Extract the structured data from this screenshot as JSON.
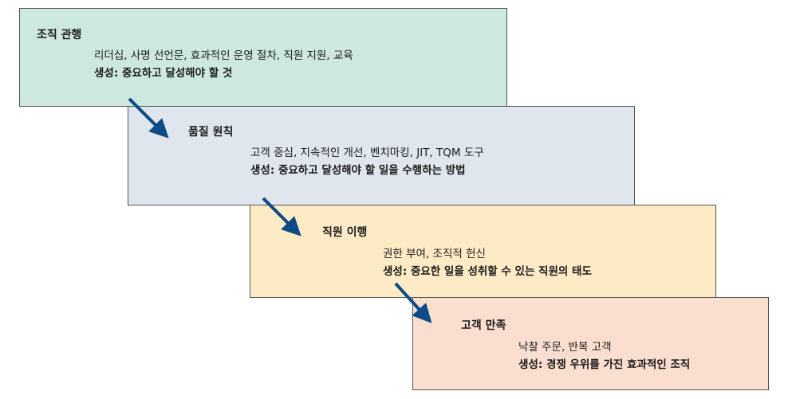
{
  "stages": [
    {
      "title": "조직 관행",
      "items": "리더십, 사명 선언문, 효과적인 운영 절차, 직원 지원, 교육",
      "result": "생성: 중요하고 달성해야 할 것",
      "color": "#cde8df"
    },
    {
      "title": "품질 원칙",
      "items": "고객 중심, 지속적인 개선, 벤치마킹, JIT, TQM 도구",
      "result": "생성: 중요하고 달성해야 할 일을 수행하는 방법",
      "color": "#dfe6ee"
    },
    {
      "title": "직원 이행",
      "items": "권한 부여, 조직적 헌신",
      "result": "생성: 중요한 일을 성취할 수 있는 직원의 태도",
      "color": "#fdebc6"
    },
    {
      "title": "고객 만족",
      "items": "낙찰 주문, 반복 고객",
      "result": "생성: 경쟁 우위를 가진 효과적인 조직",
      "color": "#fadfd0"
    }
  ],
  "arrow_color": "#0d4a86"
}
